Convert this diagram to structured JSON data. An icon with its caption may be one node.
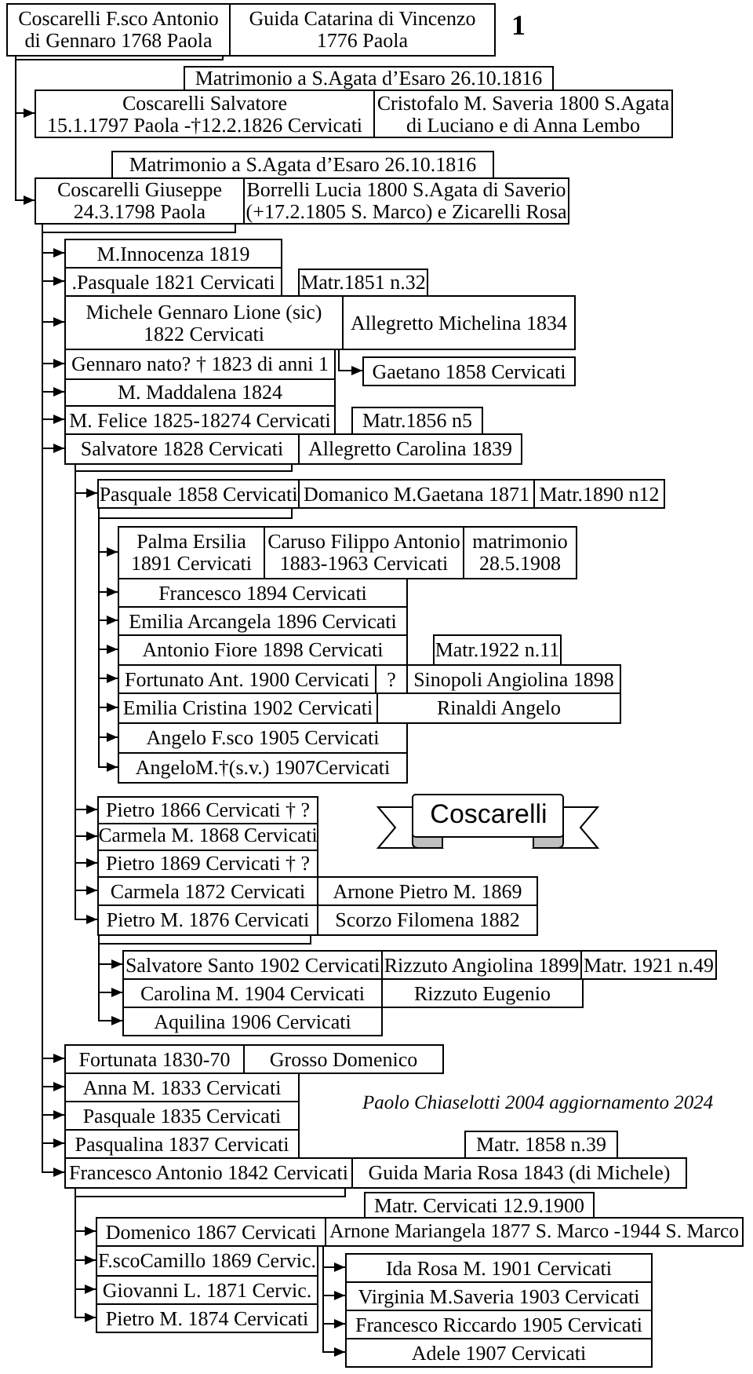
{
  "diagram": {
    "nodes": [
      {
        "text": [
          "Coscarelli F.sco Antonio di Gennaro 1768 Paola"
        ]
      },
      {
        "text": [
          "Guida Catarina di Vincenzo 1776 Paola"
        ]
      },
      {
        "text": [
          "Matrimonio a S.Agata d’Esaro 26.10.1816"
        ]
      },
      {
        "text": [
          "Coscarelli Salvatore 15.1.1797 Paola -†12.2.1826 Cervicati"
        ]
      },
      {
        "text": [
          "Cristofalo M. Saveria 1800 S.Agata di Luciano e di Anna Lembo"
        ]
      },
      {
        "text": [
          "Matrimonio a S.Agata d’Esaro 26.10.1816"
        ]
      },
      {
        "text": [
          "Coscarelli Giuseppe 24.3.1798 Paola"
        ]
      },
      {
        "text": [
          "Borrelli Lucia 1800 S.Agata di Saverio (+17.2.1805 S. Marco) e Zicarelli Rosa"
        ]
      },
      {
        "text": [
          "M.Innocenza 1819"
        ]
      },
      {
        "text": [
          ".Pasquale 1821 Cervicati"
        ]
      },
      {
        "text": [
          "Matr.1851 n.32"
        ]
      },
      {
        "text": [
          "Michele Gennaro Lione (sic) 1822 Cervicati"
        ]
      },
      {
        "text": [
          "Allegretto Michelina 1834"
        ]
      },
      {
        "text": [
          "Gennaro nato? † 1823 di anni 1"
        ]
      },
      {
        "text": [
          "Gaetano 1858 Cervicati"
        ]
      },
      {
        "text": [
          "M. Maddalena 1824"
        ]
      },
      {
        "text": [
          "M. Felice 1825-18274 Cervicati"
        ]
      },
      {
        "text": [
          "Matr.1856 n5"
        ]
      },
      {
        "text": [
          "Salvatore 1828 Cervicati"
        ]
      },
      {
        "text": [
          "Allegretto Carolina 1839"
        ]
      },
      {
        "text": [
          "Pasquale 1858 Cervicati"
        ]
      },
      {
        "text": [
          "Domanico M.Gaetana 1871"
        ]
      },
      {
        "text": [
          "Matr.1890 n12"
        ]
      },
      {
        "text": [
          "Palma Ersilia 1891 Cervicati"
        ]
      },
      {
        "text": [
          "Caruso Filippo Antonio 1883-1963 Cervicati"
        ]
      },
      {
        "text": [
          "matrimonio 28.5.1908"
        ]
      },
      {
        "text": [
          "Francesco 1894 Cervicati"
        ]
      },
      {
        "text": [
          "Emilia Arcangela 1896 Cervicati"
        ]
      },
      {
        "text": [
          "Antonio Fiore 1898 Cervicati"
        ]
      },
      {
        "text": [
          "Matr.1922 n.11"
        ]
      },
      {
        "text": [
          "Fortunato Ant. 1900 Cervicati"
        ]
      },
      {
        "text": [
          "?"
        ]
      },
      {
        "text": [
          "Sinopoli Angiolina 1898"
        ]
      },
      {
        "text": [
          "Emilia Cristina 1902 Cervicati"
        ]
      },
      {
        "text": [
          "Rinaldi Angelo"
        ]
      },
      {
        "text": [
          "Angelo F.sco 1905 Cervicati"
        ]
      },
      {
        "text": [
          "AngeloM.†(s.v.) 1907Cervicati"
        ]
      },
      {
        "text": [
          "Pietro 1866 Cervicati † ?"
        ]
      },
      {
        "text": [
          "Coscarelli"
        ]
      },
      {
        "text": [
          "Carmela M. 1868 Cervicati"
        ]
      },
      {
        "text": [
          "Pietro 1869 Cervicati † ?"
        ]
      },
      {
        "text": [
          "Carmela 1872 Cervicati"
        ]
      },
      {
        "text": [
          "Arnone Pietro M. 1869"
        ]
      },
      {
        "text": [
          "Pietro M. 1876 Cervicati"
        ]
      },
      {
        "text": [
          "Scorzo Filomena 1882"
        ]
      },
      {
        "text": [
          "Salvatore Santo 1902 Cervicati"
        ]
      },
      {
        "text": [
          "Rizzuto Angiolina 1899"
        ]
      },
      {
        "text": [
          "Matr. 1921 n.49"
        ]
      },
      {
        "text": [
          "Carolina M. 1904 Cervicati"
        ]
      },
      {
        "text": [
          "Rizzuto Eugenio"
        ]
      },
      {
        "text": [
          "Aquilina 1906 Cervicati"
        ]
      },
      {
        "text": [
          "Fortunata 1830-70"
        ]
      },
      {
        "text": [
          "Grosso Domenico"
        ]
      },
      {
        "text": [
          "Anna M. 1833 Cervicati"
        ]
      },
      {
        "text": [
          "Pasquale 1835 Cervicati"
        ]
      },
      {
        "text": [
          "Pasqualina 1837 Cervicati"
        ]
      },
      {
        "text": [
          "Matr. 1858 n.39"
        ]
      },
      {
        "text": [
          "Francesco Antonio 1842 Cervicati"
        ]
      },
      {
        "text": [
          "Guida Maria Rosa 1843 (di Michele)"
        ]
      },
      {
        "text": [
          "Matr. Cervicati 12.9.1900"
        ]
      },
      {
        "text": [
          "Domenico 1867 Cervicati"
        ]
      },
      {
        "text": [
          "Arnone Mariangela 1877 S. Marco -1944 S. Marco"
        ]
      },
      {
        "text": [
          "F.scoCamillo 1869 Cervic."
        ]
      },
      {
        "text": [
          "Ida Rosa M. 1901 Cervicati"
        ]
      },
      {
        "text": [
          "Giovanni L. 1871 Cervic."
        ]
      },
      {
        "text": [
          "Virginia M.Saveria 1903 Cervicati"
        ]
      },
      {
        "text": [
          "Pietro M. 1874 Cervicati"
        ]
      },
      {
        "text": [
          "Francesco Riccardo 1905 Cervicati"
        ]
      },
      {
        "text": [
          "Adele 1907 Cervicati"
        ]
      }
    ],
    "edges": [
      {
        "from": 0,
        "to": 3,
        "arrow": "to"
      },
      {
        "from": 0,
        "to": 6,
        "arrow": "to"
      },
      {
        "from": 6,
        "to": 8,
        "arrow": "to"
      },
      {
        "from": 6,
        "to": 9,
        "arrow": "to"
      },
      {
        "from": 6,
        "to": 11,
        "arrow": "to"
      },
      {
        "from": 6,
        "to": 13,
        "arrow": "to"
      },
      {
        "from": 6,
        "to": 15,
        "arrow": "to"
      },
      {
        "from": 6,
        "to": 16,
        "arrow": "to"
      },
      {
        "from": 6,
        "to": 18,
        "arrow": "to"
      },
      {
        "from": 6,
        "to": 51,
        "arrow": "to"
      },
      {
        "from": 6,
        "to": 53,
        "arrow": "to"
      },
      {
        "from": 6,
        "to": 54,
        "arrow": "to"
      },
      {
        "from": 6,
        "to": 55,
        "arrow": "to"
      },
      {
        "from": 6,
        "to": 57,
        "arrow": "to"
      },
      {
        "from": 11,
        "to": 14,
        "arrow": "to"
      },
      {
        "from": 18,
        "to": 20,
        "arrow": "to"
      },
      {
        "from": 18,
        "to": 37,
        "arrow": "to"
      },
      {
        "from": 18,
        "to": 39,
        "arrow": "to"
      },
      {
        "from": 18,
        "to": 40,
        "arrow": "to"
      },
      {
        "from": 18,
        "to": 41,
        "arrow": "to"
      },
      {
        "from": 18,
        "to": 43,
        "arrow": "to"
      },
      {
        "from": 20,
        "to": 23,
        "arrow": "to"
      },
      {
        "from": 20,
        "to": 26,
        "arrow": "to"
      },
      {
        "from": 20,
        "to": 27,
        "arrow": "to"
      },
      {
        "from": 20,
        "to": 28,
        "arrow": "to"
      },
      {
        "from": 20,
        "to": 30,
        "arrow": "to"
      },
      {
        "from": 20,
        "to": 33,
        "arrow": "to"
      },
      {
        "from": 20,
        "to": 35,
        "arrow": "to"
      },
      {
        "from": 20,
        "to": 36,
        "arrow": "to"
      },
      {
        "from": 43,
        "to": 45,
        "arrow": "to"
      },
      {
        "from": 43,
        "to": 48,
        "arrow": "to"
      },
      {
        "from": 43,
        "to": 50,
        "arrow": "to"
      },
      {
        "from": 57,
        "to": 60,
        "arrow": "to"
      },
      {
        "from": 57,
        "to": 62,
        "arrow": "to"
      },
      {
        "from": 57,
        "to": 64,
        "arrow": "to"
      },
      {
        "from": 57,
        "to": 66,
        "arrow": "to"
      },
      {
        "from": 60,
        "to": 63,
        "arrow": "to"
      },
      {
        "from": 60,
        "to": 65,
        "arrow": "to"
      },
      {
        "from": 60,
        "to": 67,
        "arrow": "to"
      },
      {
        "from": 60,
        "to": 68,
        "arrow": "to"
      }
    ],
    "labels": [
      "1",
      "Paolo Chiaselotti 2004 aggiornamento 2024"
    ]
  }
}
